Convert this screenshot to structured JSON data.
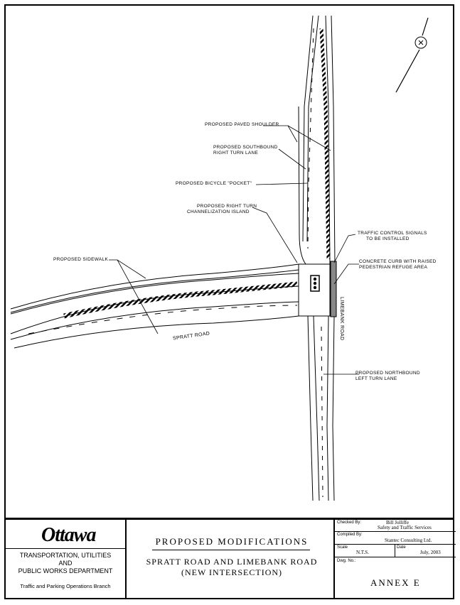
{
  "labels": {
    "paved_shoulder": "PROPOSED PAVED SHOULDER",
    "sb_right_turn_1": "PROPOSED SOUTHBOUND",
    "sb_right_turn_2": "RIGHT TURN LANE",
    "bicycle_pocket": "PROPOSED BICYCLE \"POCKET\"",
    "channel_island_1": "PROPOSED RIGHT TURN",
    "channel_island_2": "CHANNELIZATION ISLAND",
    "signals_1": "TRAFFIC CONTROL SIGNALS",
    "signals_2": "TO BE INSTALLED",
    "curb_1": "CONCRETE CURB WITH RAISED",
    "curb_2": "PEDESTRIAN REFUGE AREA",
    "sidewalk": "PROPOSED SIDEWALK",
    "limebank_road": "LIMEBANK ROAD",
    "spratt_road": "SPRATT ROAD",
    "nb_left_1": "PROPOSED NORTHBOUND",
    "nb_left_2": "LEFT TURN LANE"
  },
  "title_block": {
    "logo": "Ottawa",
    "dept_1": "TRANSPORTATION, UTILITIES",
    "dept_2": "AND",
    "dept_3": "PUBLIC WORKS DEPARTMENT",
    "branch": "Traffic and Parking Operations Branch",
    "title": "PROPOSED MODIFICATIONS",
    "subtitle_1": "SPRATT ROAD AND LIMEBANK ROAD",
    "subtitle_2": "(NEW INTERSECTION)",
    "checked_label": "Checked By:",
    "checked_name": "Bill Jolliffe",
    "checked_dept": "Safety and Traffic Services",
    "compiled_label": "Compiled By:",
    "compiled_name": "Stantec Consulting Ltd.",
    "scale_label": "Scale",
    "scale_value": "N.T.S.",
    "date_label": "Date",
    "date_value": "July, 2003",
    "dwg_label": "Dwg. No.:",
    "dwg_value": "ANNEX E"
  }
}
